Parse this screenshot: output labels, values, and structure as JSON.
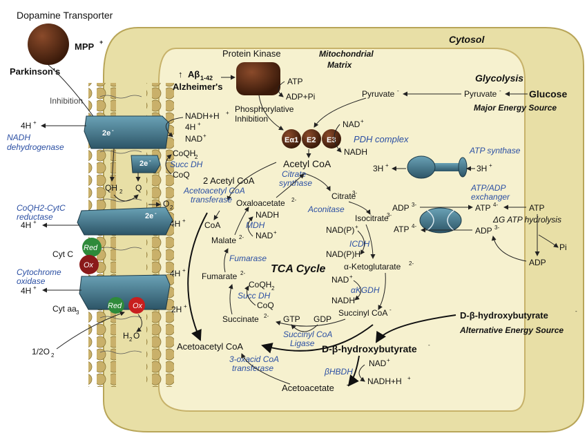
{
  "labels": {
    "dopamine_transporter": "Dopamine Transporter",
    "mpp": "MPP",
    "mpp_sup": "+",
    "parkinsons": "Parkinson's",
    "inhibition": "Inhibition",
    "cytosol": "Cytosol",
    "mito_matrix_1": "Mitochondrial",
    "mito_matrix_2": "Matrix",
    "protein_kinase": "Protein Kinase",
    "abeta": "Aβ",
    "abeta_sub": "1-42",
    "abeta_arrow": "↑",
    "alzheimers": "Alzheimer's",
    "atp_pk": "ATP",
    "adp_pi": "ADP+Pi",
    "phosphorylative": "Phosphorylative",
    "phos_inhibition": "Inhibition",
    "glycolysis": "Glycolysis",
    "pyruvate_out": "Pyruvate",
    "pyruvate_in": "Pyruvate",
    "glucose": "Glucose",
    "major_energy": "Major Energy Source",
    "nad_pdh": "NAD",
    "nadh_pdh": "NADH",
    "pdh_complex": "PDH complex",
    "e1": "Eα1",
    "e2": "E2",
    "e3": "E3",
    "acetyl_coa": "Acetyl CoA",
    "two_acetyl_coa": "2 Acetyl CoA",
    "acetoacetyl_transferase_1": "Acetoacetyl CoA",
    "acetoacetyl_transferase_2": "transferase",
    "citrate_synthase_1": "Citrate",
    "citrate_synthase_2": "synthase",
    "citrate": "Citrate",
    "aconitase": "Aconitase",
    "isocitrate": "Isocitrate",
    "nadp_plus": "NAD(P)",
    "nadph": "NAD(P)H",
    "icdh": "ICDH",
    "akg": "α-Ketoglutarate",
    "nad_kgdh": "NAD",
    "akgdh": "αKGDH",
    "nadh_kgdh": "NADH",
    "succinyl_coa": "Succinyl CoA",
    "gtp": "GTP",
    "gdp": "GDP",
    "succinyl_ligase_1": "Succinyl CoA",
    "succinyl_ligase_2": "Ligase",
    "succinate": "Succinate",
    "coqh2_sdh": "CoQH",
    "succ_dh_matrix": "Succ DH",
    "coq_sdh": "CoQ",
    "fumarate": "Fumarate",
    "fumarase": "Fumarase",
    "malate": "Malate",
    "nadh_mdh": "NADH",
    "mdh": "MDH",
    "nad_mdh": "NAD",
    "oxaloacetate": "Oxaloacetate",
    "coa": "CoA",
    "tca_cycle": "TCA Cycle",
    "acetoacetyl_coa": "Acetoacetyl CoA",
    "oxoacid_1": "3-oxacid CoA",
    "oxoacid_2": "transferase",
    "dbhb_inner": "D-β-hydroxybutyrate",
    "dbhb_outer": "D-β-hydroxybutyrate",
    "alt_energy": "Alternative Energy Source",
    "nad_bhbdh": "NAD",
    "bhbdh": "βHBDH",
    "nadh_bhbdh": "NADH+H",
    "acetoacetate": "Acetoacetate",
    "atp_synthase": "ATP synthase",
    "h3_in": "3H",
    "h3_out": "3H",
    "atp_adp_exch_1": "ATP/ADP",
    "atp_adp_exch_2": "exchanger",
    "adp3_in": "ADP",
    "atp4_in": "ATP",
    "atp4_out": "ATP",
    "adp3_out": "ADP",
    "atp_cyto": "ATP",
    "dg_hydrolysis": "ΔG ATP hydrolysis",
    "pi": "Pi",
    "adp_cyto": "ADP",
    "nadh_h": "NADH+H",
    "fourh_c1_in": "4H",
    "nad_c1": "NAD",
    "twoe_c1": "2e",
    "fourh_c1_out": "4H",
    "nadh_dehydro_1": "NADH",
    "nadh_dehydro_2": "dehydrogenase",
    "coqh2_c2": "CoQH",
    "succ_dh_c2": "Succ DH",
    "coq_c2": "CoQ",
    "twoe_c2": "2e",
    "qh2": "QH",
    "q": "Q",
    "o2_c3": "O",
    "twoe_c3": "2e",
    "coqh2_cytc_1": "CoQH2-CytC",
    "coqh2_cytc_2": "reductase",
    "fourh_c3_out": "4H",
    "fourh_c3_in": "4H",
    "cytc": "Cyt C",
    "red": "Red",
    "ox": "Ox",
    "cyt_oxidase_1": "Cytochrome",
    "cyt_oxidase_2": "oxidase",
    "fourh_c4_out": "4H",
    "fourh_c4_in": "4H",
    "cytaa3": "Cyt aa",
    "red_c4": "Red",
    "ox_c4": "Ox",
    "twoh_c4": "2H",
    "h2o": "H",
    "half_o2": "1/2O",
    "plus": "+",
    "minus": "-",
    "sub2": "2",
    "sub3": "3",
    "sup_3minus": "3-",
    "sup_4minus": "4-",
    "sup_2minus": "2-"
  }
}
